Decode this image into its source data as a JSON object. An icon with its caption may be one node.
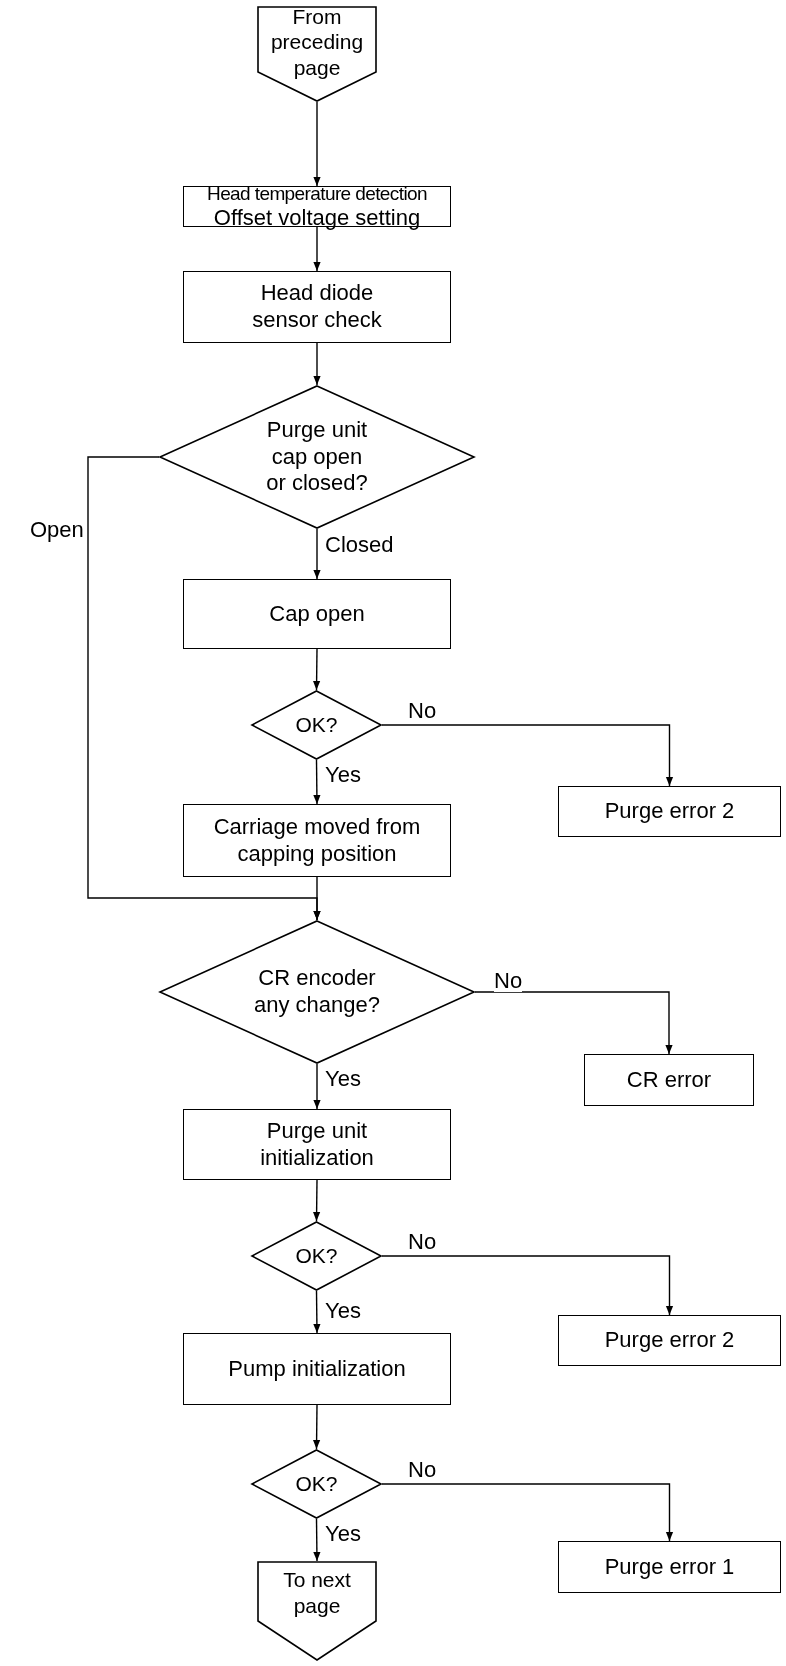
{
  "diagram": {
    "nodes": [
      {
        "text": [
          "From preceding page"
        ]
      },
      {
        "text": [
          "Head temperature detection",
          "Offset voltage setting"
        ]
      },
      {
        "text": [
          "Head diode sensor check"
        ]
      },
      {
        "text": [
          "Purge unit cap open or closed?"
        ]
      },
      {
        "text": [
          "Cap open"
        ]
      },
      {
        "text": [
          "OK?"
        ]
      },
      {
        "text": [
          "Purge error 2"
        ]
      },
      {
        "text": [
          "Carriage moved from capping position"
        ]
      },
      {
        "text": [
          "CR encoder any change?"
        ]
      },
      {
        "text": [
          "CR error"
        ]
      },
      {
        "text": [
          "Purge unit initialization"
        ]
      },
      {
        "text": [
          "OK?"
        ]
      },
      {
        "text": [
          "Purge error 2"
        ]
      },
      {
        "text": [
          "Pump initialization"
        ]
      },
      {
        "text": [
          "OK?"
        ]
      },
      {
        "text": [
          "Purge error 1"
        ]
      },
      {
        "text": [
          "To next page"
        ]
      }
    ],
    "edges": [
      {
        "from": 0,
        "to": 1,
        "arrow": "to"
      },
      {
        "from": 1,
        "to": 2,
        "arrow": "to"
      },
      {
        "from": 2,
        "to": 3,
        "arrow": "to"
      },
      {
        "from": 3,
        "to": 4,
        "arrow": "to",
        "label": "Closed"
      },
      {
        "from": 4,
        "to": 5,
        "arrow": "to"
      },
      {
        "from": 5,
        "to": 6,
        "arrow": "to",
        "label": "No"
      },
      {
        "from": 5,
        "to": 7,
        "arrow": "to",
        "label": "Yes"
      },
      {
        "from": 3,
        "to": 8,
        "arrow": "to",
        "label": "Open"
      },
      {
        "from": 7,
        "to": 8,
        "arrow": "to"
      },
      {
        "from": 8,
        "to": 9,
        "arrow": "to",
        "label": "No"
      },
      {
        "from": 8,
        "to": 10,
        "arrow": "to",
        "label": "Yes"
      },
      {
        "from": 10,
        "to": 11,
        "arrow": "to"
      },
      {
        "from": 11,
        "to": 12,
        "arrow": "to",
        "label": "No"
      },
      {
        "from": 11,
        "to": 13,
        "arrow": "to",
        "label": "Yes"
      },
      {
        "from": 13,
        "to": 14,
        "arrow": "to"
      },
      {
        "from": 14,
        "to": 15,
        "arrow": "to",
        "label": "No"
      },
      {
        "from": 14,
        "to": 16,
        "arrow": "to",
        "label": "Yes"
      }
    ]
  }
}
